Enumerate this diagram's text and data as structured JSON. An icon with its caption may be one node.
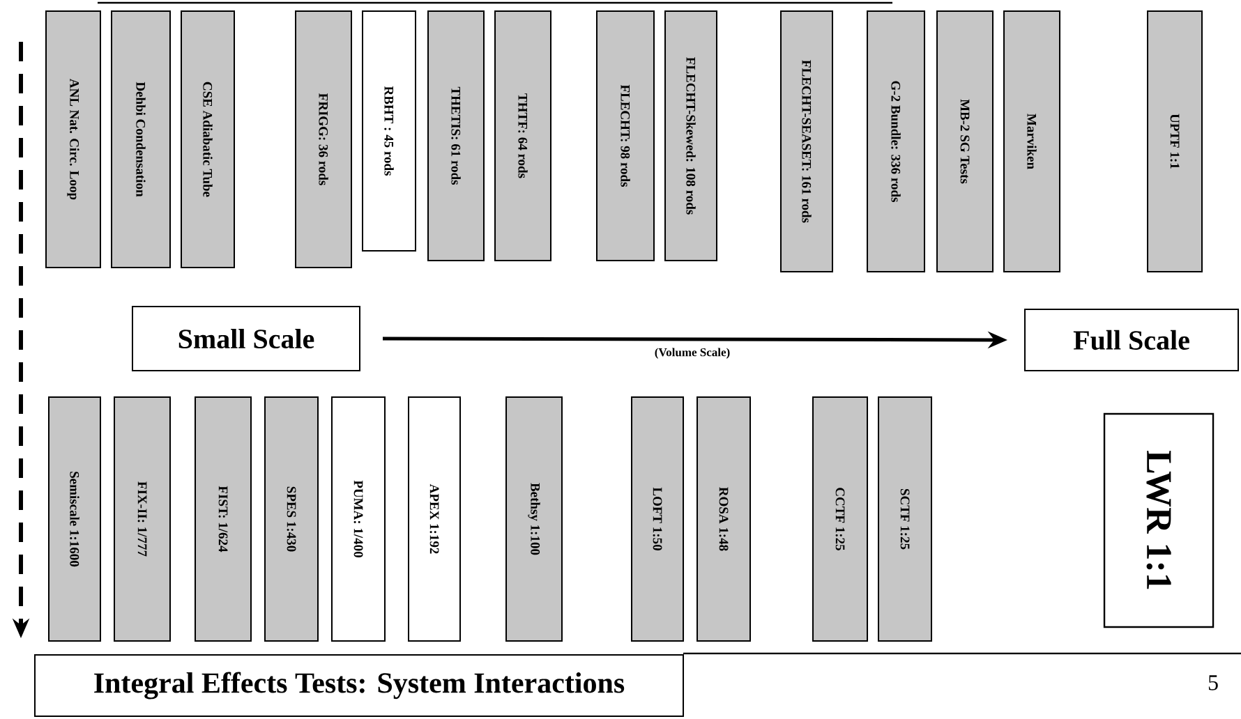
{
  "diagram": {
    "nodes": [
      {
        "text": [
          "ANL Nat. Circ. Loop"
        ]
      },
      {
        "text": [
          "Dehbi Condensation"
        ]
      },
      {
        "text": [
          "CSE Adiabatic Tube"
        ]
      },
      {
        "text": [
          "FRIGG: 36 rods"
        ]
      },
      {
        "text": [
          "RBHT : 45 rods"
        ]
      },
      {
        "text": [
          "THETIS: 61 rods"
        ]
      },
      {
        "text": [
          "THTF: 64 rods"
        ]
      },
      {
        "text": [
          "FLECHT: 98 rods"
        ]
      },
      {
        "text": [
          "FLECHT-Skewed: 108 rods"
        ]
      },
      {
        "text": [
          "FLECHT-SEASET: 161 rods"
        ]
      },
      {
        "text": [
          "G-2 Bundle: 336 rods"
        ]
      },
      {
        "text": [
          "MB-2 SG Tests"
        ]
      },
      {
        "text": [
          "Marviken"
        ]
      },
      {
        "text": [
          "UPTF 1:1"
        ]
      },
      {
        "text": [
          "Small Scale"
        ]
      },
      {
        "text": [
          "Full Scale"
        ]
      },
      {
        "text": [
          "Semiscale 1:1600"
        ]
      },
      {
        "text": [
          "FIX-II: 1/777"
        ]
      },
      {
        "text": [
          "FIST: 1/624"
        ]
      },
      {
        "text": [
          "SPES 1:430"
        ]
      },
      {
        "text": [
          "PUMA: 1/400"
        ]
      },
      {
        "text": [
          "APEX 1:192"
        ]
      },
      {
        "text": [
          "Bethsy 1:100"
        ]
      },
      {
        "text": [
          "LOFT 1:50"
        ]
      },
      {
        "text": [
          "ROSA 1:48"
        ]
      },
      {
        "text": [
          "CCTF 1:25"
        ]
      },
      {
        "text": [
          "SCTF 1:25"
        ]
      },
      {
        "text": [
          "LWR 1:1"
        ]
      },
      {
        "text": [
          "Integral Effects Tests: System Interactions"
        ]
      }
    ],
    "edges": [
      {
        "from": 14,
        "to": 15,
        "arrow": "to",
        "label": "(Volume Scale)"
      },
      {
        "from": null,
        "to": 28,
        "arrow": "to",
        "style": "dashed"
      }
    ],
    "labels": [
      "5"
    ]
  }
}
